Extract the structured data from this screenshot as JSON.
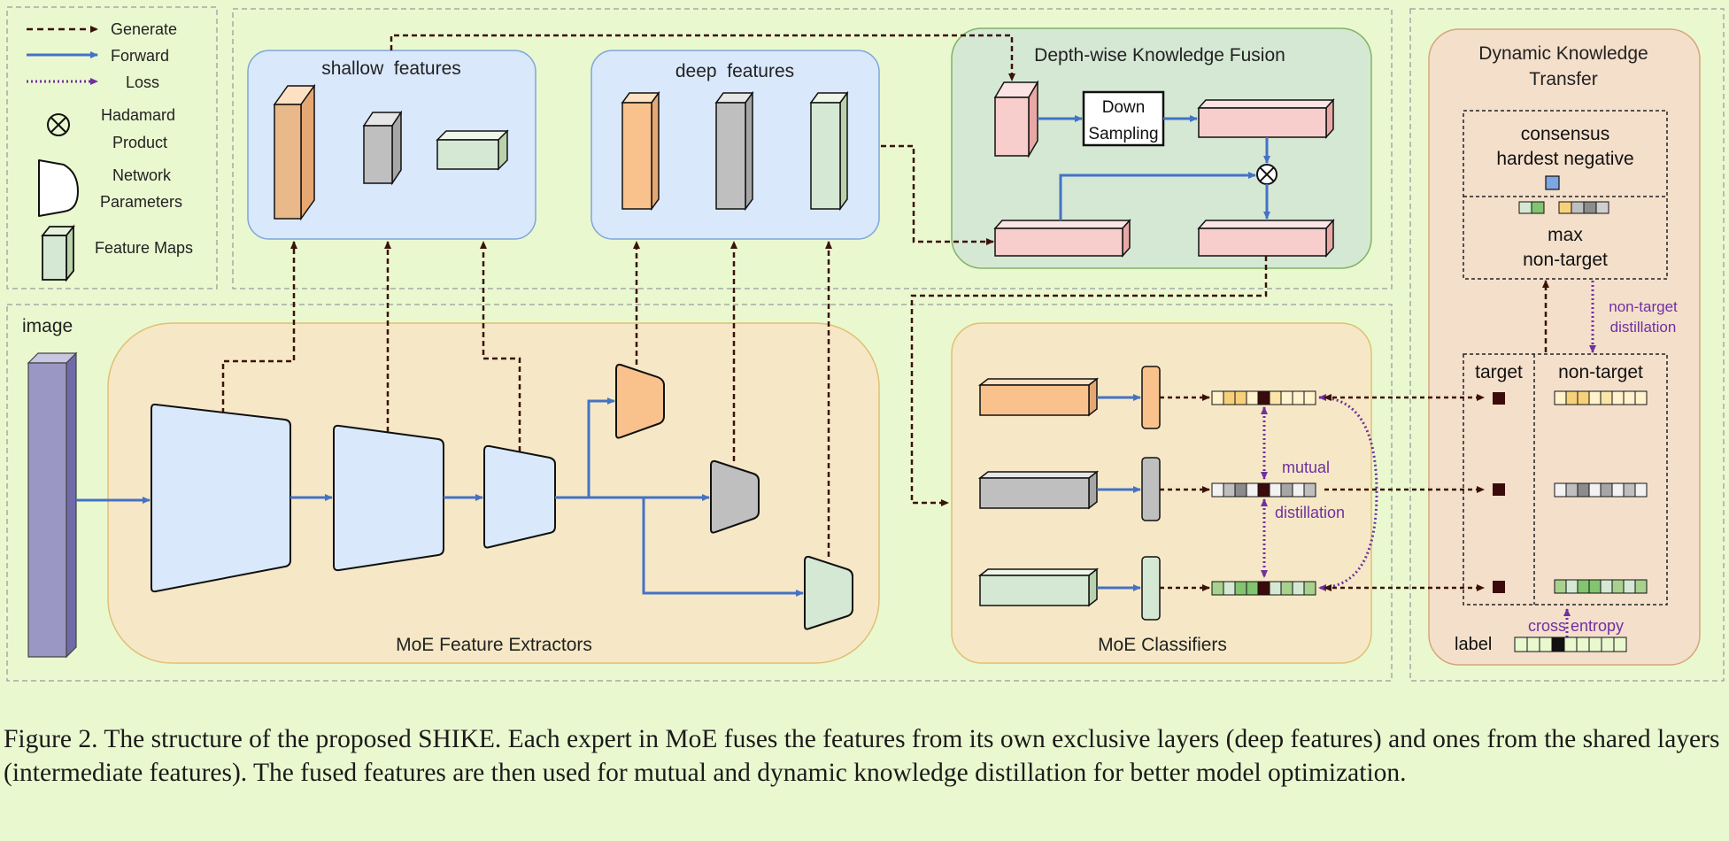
{
  "legend": {
    "generate": "Generate",
    "forward": "Forward",
    "loss": "Loss",
    "hadamard_line1": "Hadamard",
    "hadamard_line2": "Product",
    "network_line1": "Network",
    "network_line2": "Parameters",
    "feature_maps": "Feature Maps"
  },
  "labels": {
    "image": "image",
    "shallow_features": "shallow  features",
    "deep_features": "deep  features",
    "dkf_title": "Depth-wise Knowledge Fusion",
    "down_line1": "Down",
    "down_line2": "Sampling",
    "dkt_line1": "Dynamic Knowledge",
    "dkt_line2": "Transfer",
    "consensus_line1": "consensus",
    "consensus_line2": "hardest negative",
    "max_line1": "max",
    "max_line2": "non-target",
    "nontarget_distill_line1": "non-target",
    "nontarget_distill_line2": "distillation",
    "target": "target",
    "non_target": "non-target",
    "mutual": "mutual",
    "distillation": "distillation",
    "cross_entropy": "cross entropy",
    "label": "label",
    "moe_feature_extractors": "MoE Feature Extractors",
    "moe_classifiers": "MoE Classifiers"
  },
  "caption": "Figure 2. The structure of the proposed SHIKE. Each expert in MoE fuses the features from its own exclusive layers (deep features) and ones from the shared layers (intermediate features). The fused features are then used for mutual and dynamic knowledge distillation for better model optimization.",
  "colors": {
    "background": "#eaf8d0",
    "generate": "#3a1208",
    "forward": "#4472c4",
    "loss": "#7030a0",
    "orange": "#f9c28d",
    "gray": "#bfbfbf",
    "green": "#d5e8d4",
    "pink": "#f8cecc",
    "purple": "#9a97c4",
    "blue_light": "#dae8fc",
    "moe_panel": "#f6e8c6",
    "dkf_panel": "#d5e8d4",
    "dkt_panel": "#f4dfcb",
    "dark_red": "#3b0b0b"
  }
}
